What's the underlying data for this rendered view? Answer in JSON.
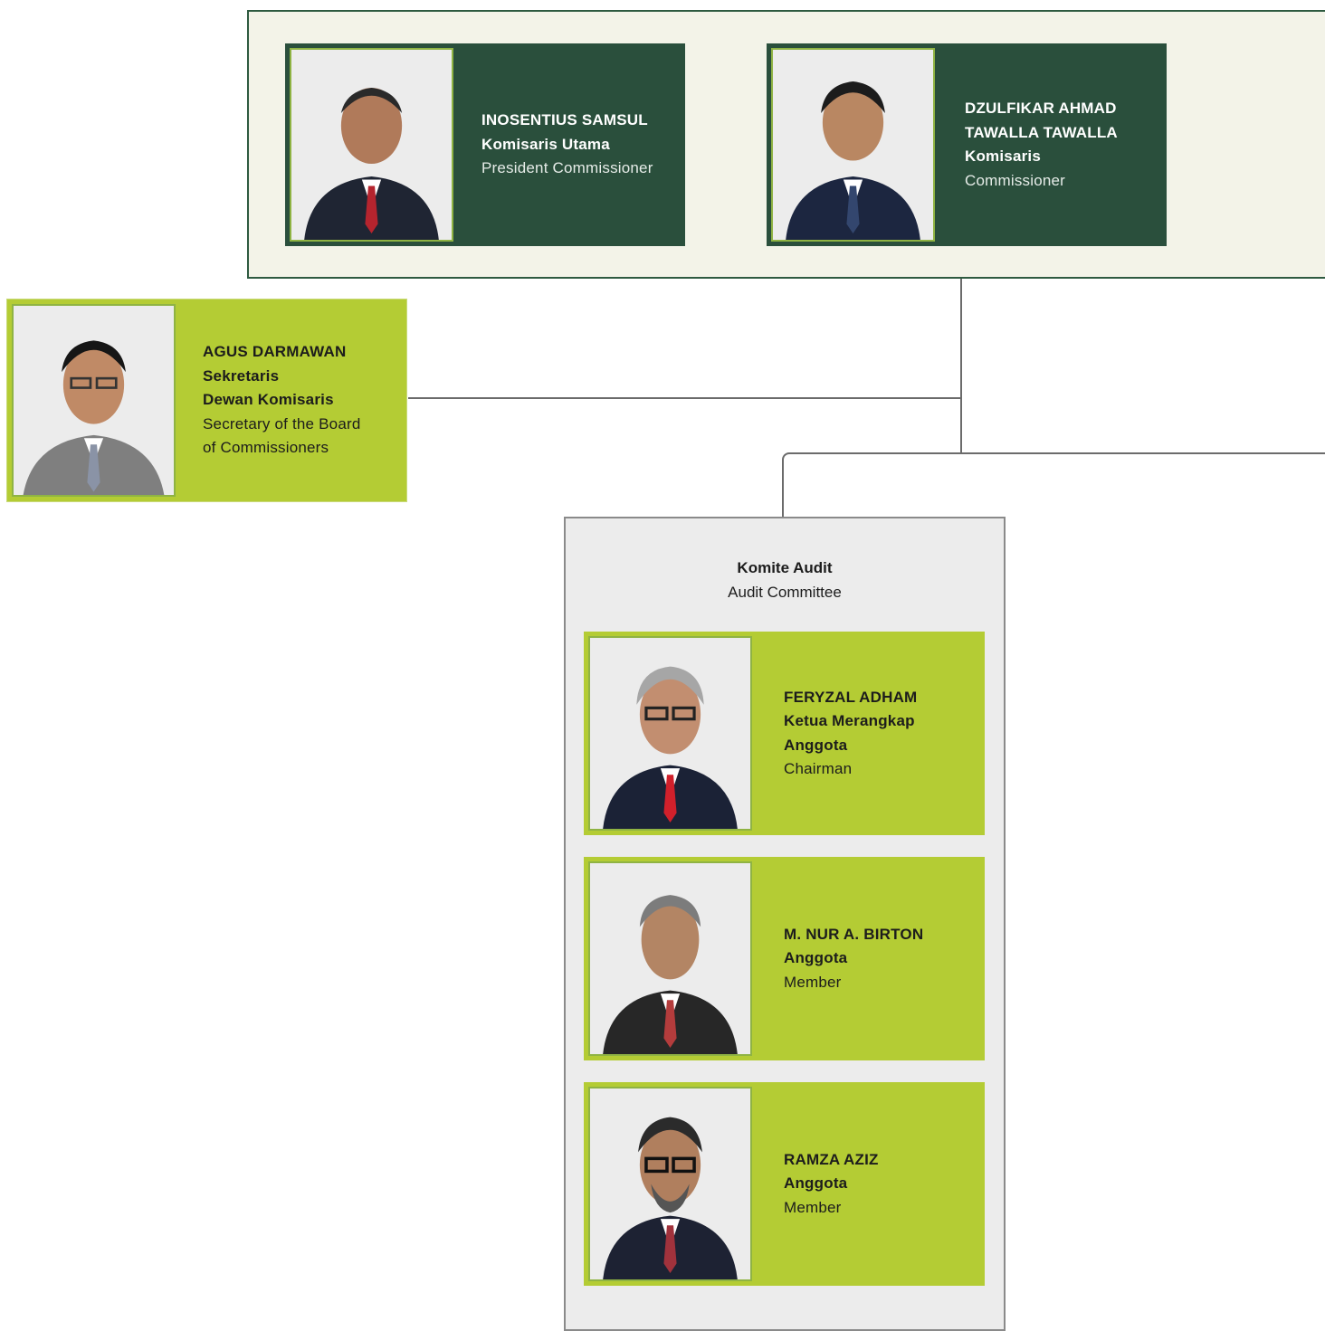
{
  "board": {
    "members": [
      {
        "name": "INOSENTIUS SAMSUL",
        "title_id": "Komisaris Utama",
        "title_en": "President Commissioner",
        "photo_icon": "person-portrait-icon"
      },
      {
        "name": "DZULFIKAR AHMAD TAWALLA TAWALLA",
        "title_id": "Komisaris",
        "title_en": "Commissioner",
        "photo_icon": "person-portrait-icon"
      }
    ]
  },
  "secretary": {
    "name": "AGUS DARMAWAN",
    "title_id_1": "Sekretaris",
    "title_id_2": "Dewan Komisaris",
    "title_en": "Secretary of the Board of Commissioners",
    "photo_icon": "person-portrait-icon"
  },
  "audit_committee": {
    "title_id": "Komite Audit",
    "title_en": "Audit Committee",
    "members": [
      {
        "name": "FERYZAL ADHAM",
        "title_id": "Ketua Merangkap Anggota",
        "title_en": "Chairman",
        "photo_icon": "person-portrait-icon"
      },
      {
        "name": "M. NUR A. BIRTON",
        "title_id": "Anggota",
        "title_en": "Member",
        "photo_icon": "person-portrait-icon"
      },
      {
        "name": "RAMZA AZIZ",
        "title_id": "Anggota",
        "title_en": "Member",
        "photo_icon": "person-portrait-icon"
      }
    ]
  },
  "colors": {
    "board_card": "#2a4f3c",
    "accent_lime": "#b4cc34",
    "board_bg": "#f3f3e8",
    "audit_bg": "#ececec"
  }
}
